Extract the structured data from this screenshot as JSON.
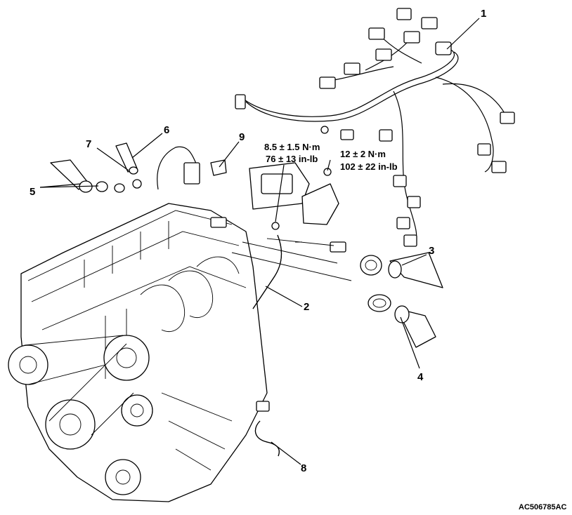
{
  "diagram": {
    "callouts": [
      {
        "id": "1",
        "text": "1"
      },
      {
        "id": "2",
        "text": "2"
      },
      {
        "id": "3",
        "text": "3"
      },
      {
        "id": "4",
        "text": "4"
      },
      {
        "id": "5",
        "text": "5"
      },
      {
        "id": "6",
        "text": "6"
      },
      {
        "id": "7",
        "text": "7"
      },
      {
        "id": "8",
        "text": "8"
      },
      {
        "id": "9",
        "text": "9"
      }
    ],
    "torque_left": {
      "metric": "8.5 ± 1.5 N·m",
      "imperial": "76 ± 13 in-lb"
    },
    "torque_right": {
      "metric": "12 ± 2 N·m",
      "imperial": "102 ± 22 in-lb"
    },
    "figure_code": "AC506785AC"
  }
}
